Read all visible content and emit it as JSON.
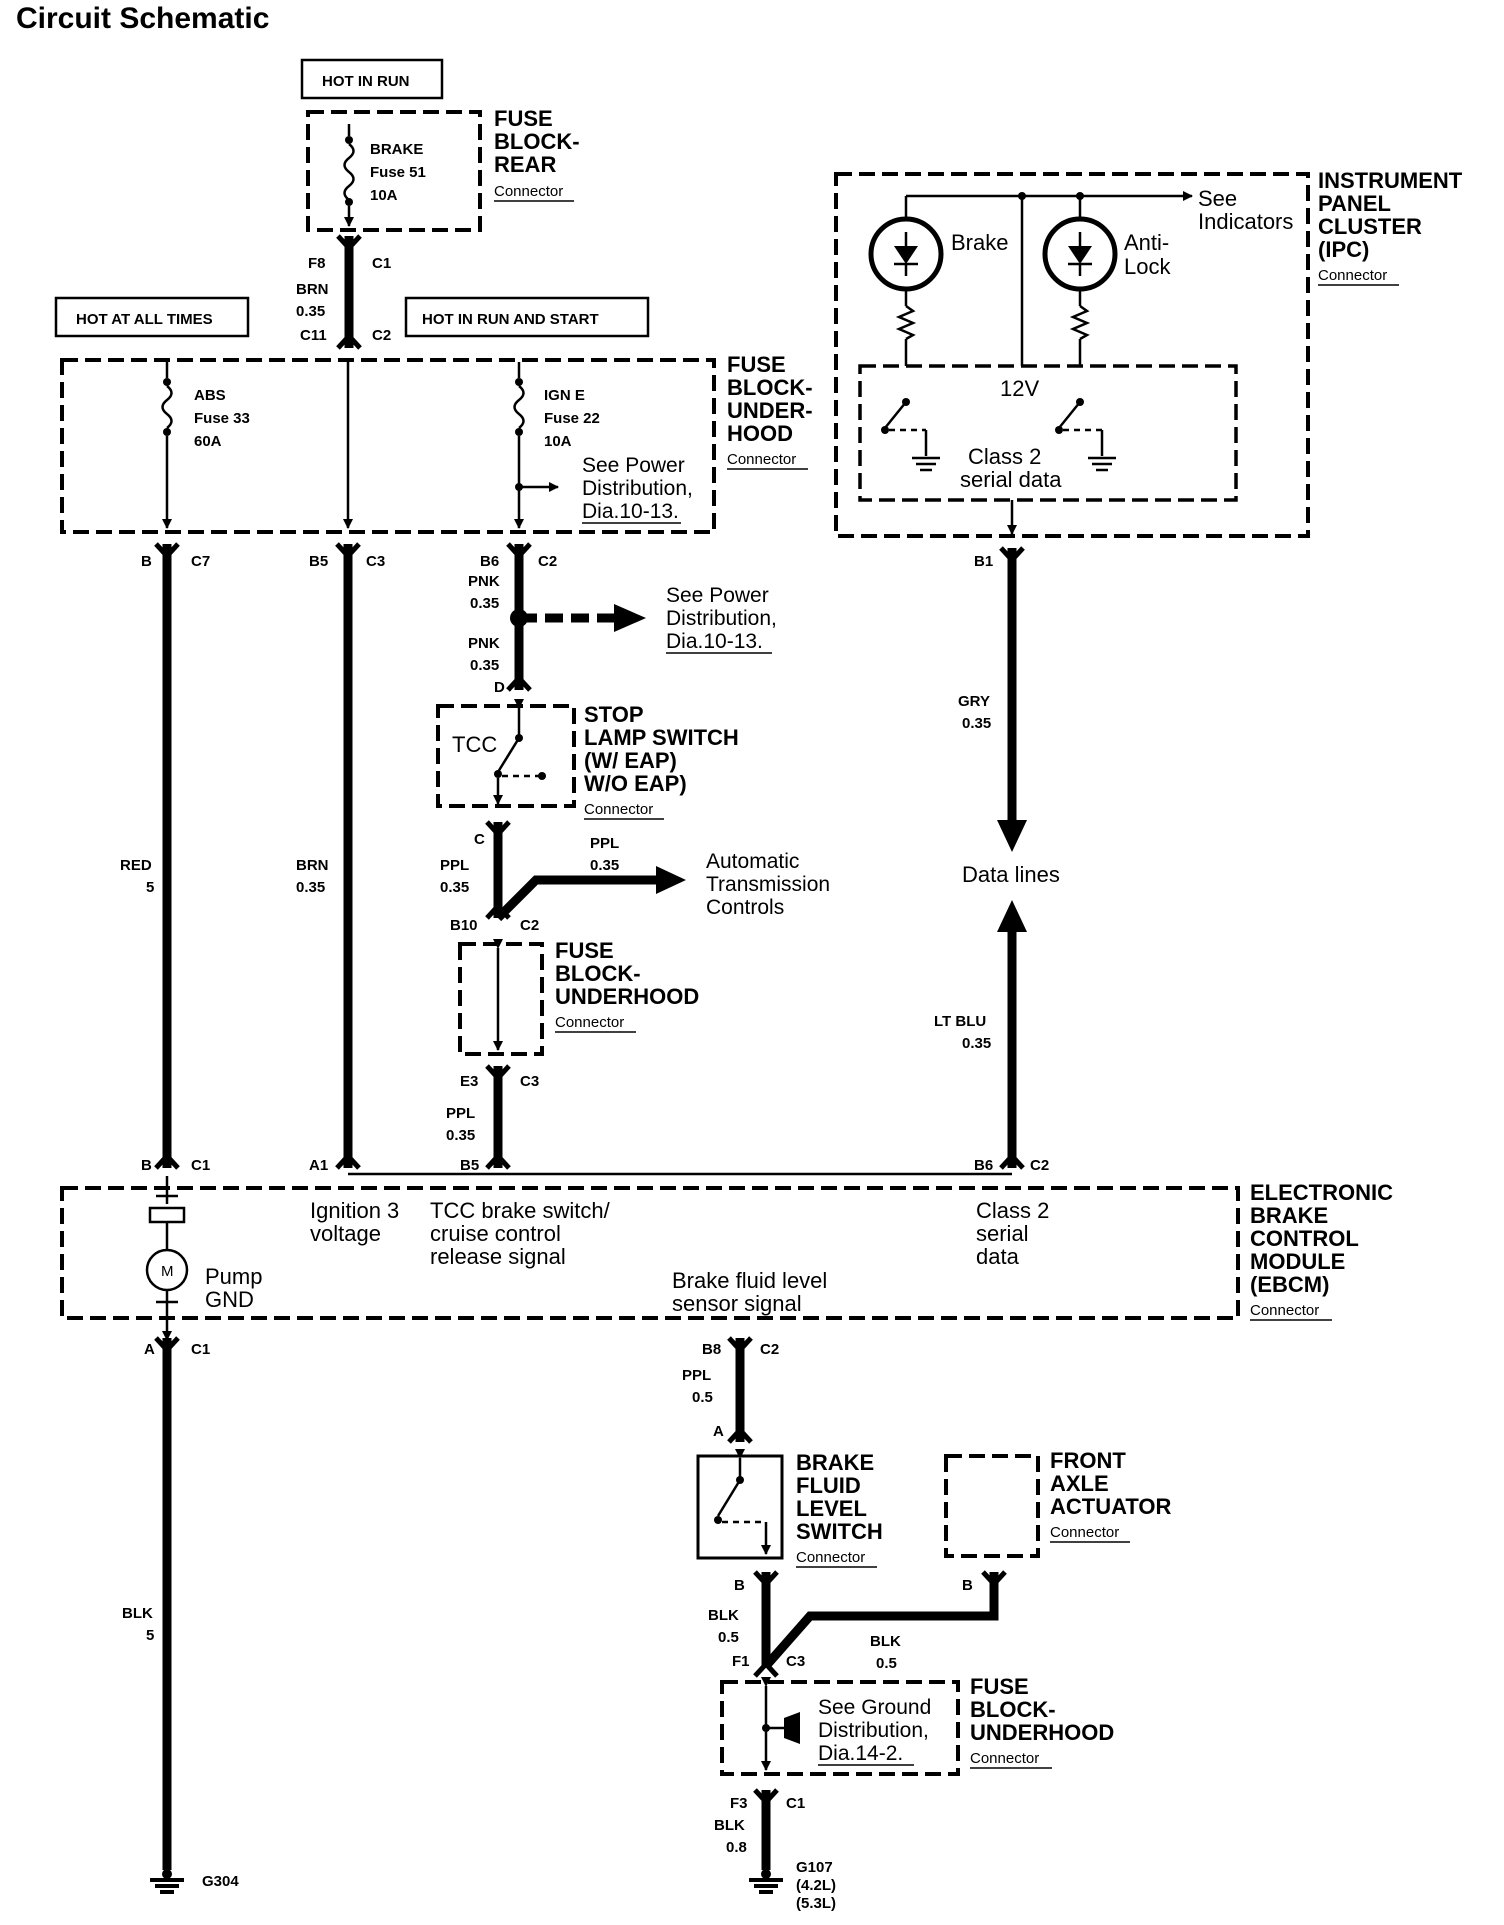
{
  "title": "Circuit Schematic",
  "hot": {
    "run": "HOT IN  RUN",
    "all": "HOT AT ALL TIMES",
    "run_start": "HOT IN  RUN  AND START"
  },
  "fbr": {
    "name": [
      "FUSE",
      "BLOCK-",
      "REAR"
    ],
    "connector": "Connector",
    "fuse": [
      "BRAKE",
      "Fuse 51",
      "10A"
    ]
  },
  "fbu1": {
    "name": [
      "FUSE",
      "BLOCK-",
      "UNDER-",
      "HOOD"
    ],
    "connector": "Connector",
    "abs": [
      "ABS",
      "Fuse 33",
      "60A"
    ],
    "igne": [
      "IGN E",
      "Fuse 22",
      "10A"
    ],
    "see": [
      "See Power",
      "Distribution,",
      "Dia.10-13."
    ]
  },
  "ipc": {
    "name": [
      "INSTRUMENT",
      "PANEL",
      "CLUSTER",
      "(IPC)"
    ],
    "connector": "Connector",
    "brake": "Brake",
    "antilock": [
      "Anti-",
      "Lock"
    ],
    "see_ind": [
      "See",
      "Indicators"
    ],
    "v12": "12V",
    "class2": [
      "Class 2",
      "serial data"
    ]
  },
  "pd2": [
    "See Power",
    "Distribution,",
    "Dia.10-13."
  ],
  "stop": {
    "name": [
      "STOP",
      "LAMP SWITCH",
      "(W/ EAP)",
      "W/O EAP)"
    ],
    "connector": "Connector",
    "tcc": "TCC"
  },
  "atc": [
    "Automatic",
    "Transmission",
    "Controls"
  ],
  "fbu2": {
    "name": [
      "FUSE",
      "BLOCK-",
      "UNDERHOOD"
    ],
    "connector": "Connector"
  },
  "data_lines": "Data lines",
  "ebcm": {
    "name": [
      "ELECTRONIC",
      "BRAKE",
      "CONTROL",
      "MODULE",
      "(EBCM)"
    ],
    "connector": "Connector",
    "pump": [
      "Pump",
      "GND"
    ],
    "motor": "M",
    "ign3": [
      "Ignition 3",
      "voltage"
    ],
    "tcc": [
      "TCC brake switch/",
      "cruise control",
      "release signal"
    ],
    "class2": [
      "Class 2",
      "serial",
      "data"
    ],
    "fluid": [
      "Brake fluid level",
      "sensor signal"
    ]
  },
  "bfls": {
    "name": [
      "BRAKE",
      "FLUID",
      "LEVEL",
      "SWITCH"
    ],
    "connector": "Connector"
  },
  "faa": {
    "name": [
      "FRONT",
      "AXLE",
      "ACTUATOR"
    ],
    "connector": "Connector"
  },
  "fbu3": {
    "name": [
      "FUSE",
      "BLOCK-",
      "UNDERHOOD"
    ],
    "connector": "Connector",
    "see": [
      "See Ground",
      "Distribution,",
      "Dia.14-2."
    ]
  },
  "wires": {
    "brn_top": [
      "BRN",
      "0.35"
    ],
    "red": [
      "RED",
      "5"
    ],
    "brn": [
      "BRN",
      "0.35"
    ],
    "pnk1": [
      "PNK",
      "0.35"
    ],
    "pnk2": [
      "PNK",
      "0.35"
    ],
    "ppl1": [
      "PPL",
      "0.35"
    ],
    "ppl2": [
      "PPL",
      "0.35"
    ],
    "ppl3": [
      "PPL",
      "0.35"
    ],
    "gry": [
      "GRY",
      "0.35"
    ],
    "ltblu": [
      "LT BLU",
      "0.35"
    ],
    "blk5": [
      "BLK",
      "5"
    ],
    "ppl05": [
      "PPL",
      "0.5"
    ],
    "blk05a": [
      "BLK",
      "0.5"
    ],
    "blk05b": [
      "BLK",
      "0.5"
    ],
    "blk08": [
      "BLK",
      "0.8"
    ]
  },
  "pins": {
    "f8": "F8",
    "c1a": "C1",
    "c11": "C11",
    "c2a": "C2",
    "b": "B",
    "c7": "C7",
    "b5": "B5",
    "c3a": "C3",
    "b6": "B6",
    "c2b": "C2",
    "d": "D",
    "c": "C",
    "b10": "B10",
    "c2c": "C2",
    "e3": "E3",
    "c3b": "C3",
    "b1": "B1",
    "bb": "B",
    "c1b": "C1",
    "a1": "A1",
    "b5b": "B5",
    "b6b": "B6",
    "c2d": "C2",
    "a": "A",
    "c1c": "C1",
    "b8": "B8",
    "c2e": "C2",
    "a2": "A",
    "b_bfls": "B",
    "b_faa": "B",
    "f1": "F1",
    "c3c": "C3",
    "f3": "F3",
    "c1d": "C1"
  },
  "grounds": {
    "g304": "G304",
    "g107": [
      "G107",
      "(4.2L)",
      "(5.3L)"
    ]
  }
}
